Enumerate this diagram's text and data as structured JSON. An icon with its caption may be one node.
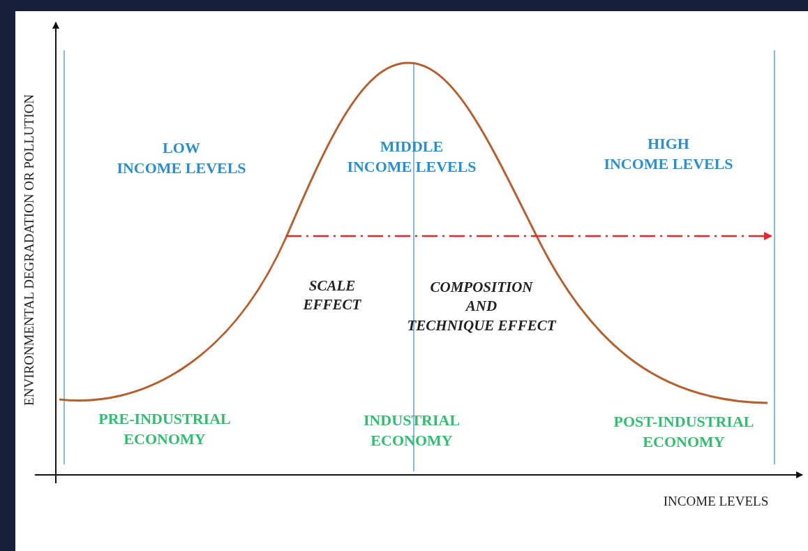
{
  "diagram": {
    "labels": [
      "LOW INCOME LEVELS",
      "MIDDLE INCOME LEVELS",
      "HIGH INCOME LEVELS",
      "SCALE EFFECT",
      "COMPOSITION AND TECHNIQUE EFFECT",
      "PRE-INDUSTRIAL ECONOMY",
      "INDUSTRIAL ECONOMY",
      "POST-INDUSTRIAL ECONOMY",
      "ENVIRONMENTAL DEGRADATION OR POLLUTION",
      "INCOME LEVELS"
    ]
  }
}
